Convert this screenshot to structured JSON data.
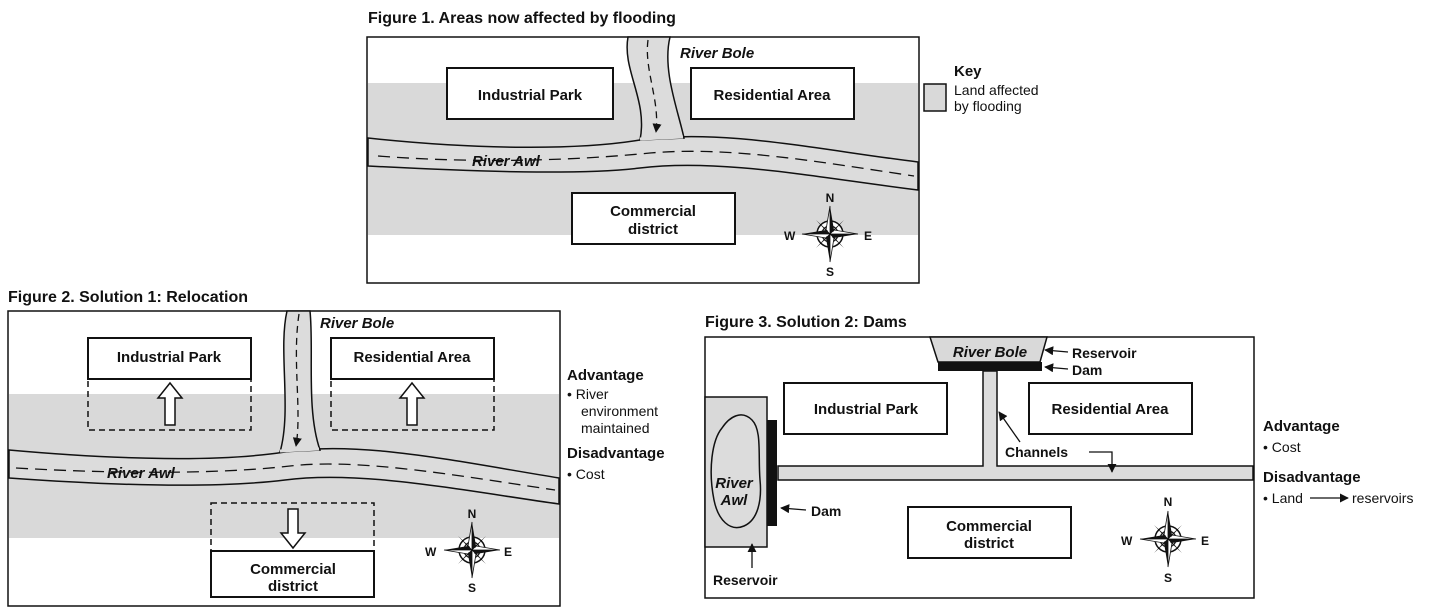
{
  "figure1": {
    "title": "Figure 1. Areas now affected by flooding",
    "river_bole": "River Bole",
    "river_awl": "River Awl",
    "industrial": "Industrial Park",
    "residential": "Residential Area",
    "commercial_l1": "Commercial",
    "commercial_l2": "district",
    "key_title": "Key",
    "key_l1": "Land affected",
    "key_l2": "by flooding"
  },
  "figure2": {
    "title": "Figure 2. Solution 1: Relocation",
    "river_bole": "River Bole",
    "river_awl": "River Awl",
    "industrial": "Industrial Park",
    "residential": "Residential Area",
    "commercial_l1": "Commercial",
    "commercial_l2": "district",
    "advantage_h": "Advantage",
    "adv_l1": "• River",
    "adv_l2": "environment",
    "adv_l3": "maintained",
    "disadvantage_h": "Disadvantage",
    "dis_l1": "• Cost"
  },
  "figure3": {
    "title": "Figure 3. Solution 2: Dams",
    "river_bole": "River Bole",
    "river_awl_l1": "River",
    "river_awl_l2": "Awl",
    "reservoir_top": "Reservoir",
    "dam_top": "Dam",
    "industrial": "Industrial Park",
    "residential": "Residential Area",
    "channels": "Channels",
    "dam_left": "Dam",
    "reservoir_left": "Reservoir",
    "commercial_l1": "Commercial",
    "commercial_l2": "district",
    "advantage_h": "Advantage",
    "adv_l1": "• Cost",
    "disadvantage_h": "Disadvantage",
    "dis_land": "• Land",
    "dis_res": "reservoirs"
  },
  "compass": {
    "n": "N",
    "s": "S",
    "e": "E",
    "w": "W"
  },
  "colors": {
    "flood": "#d9d9d9",
    "outline": "#111111",
    "river_fill": "#dcdcdc"
  }
}
